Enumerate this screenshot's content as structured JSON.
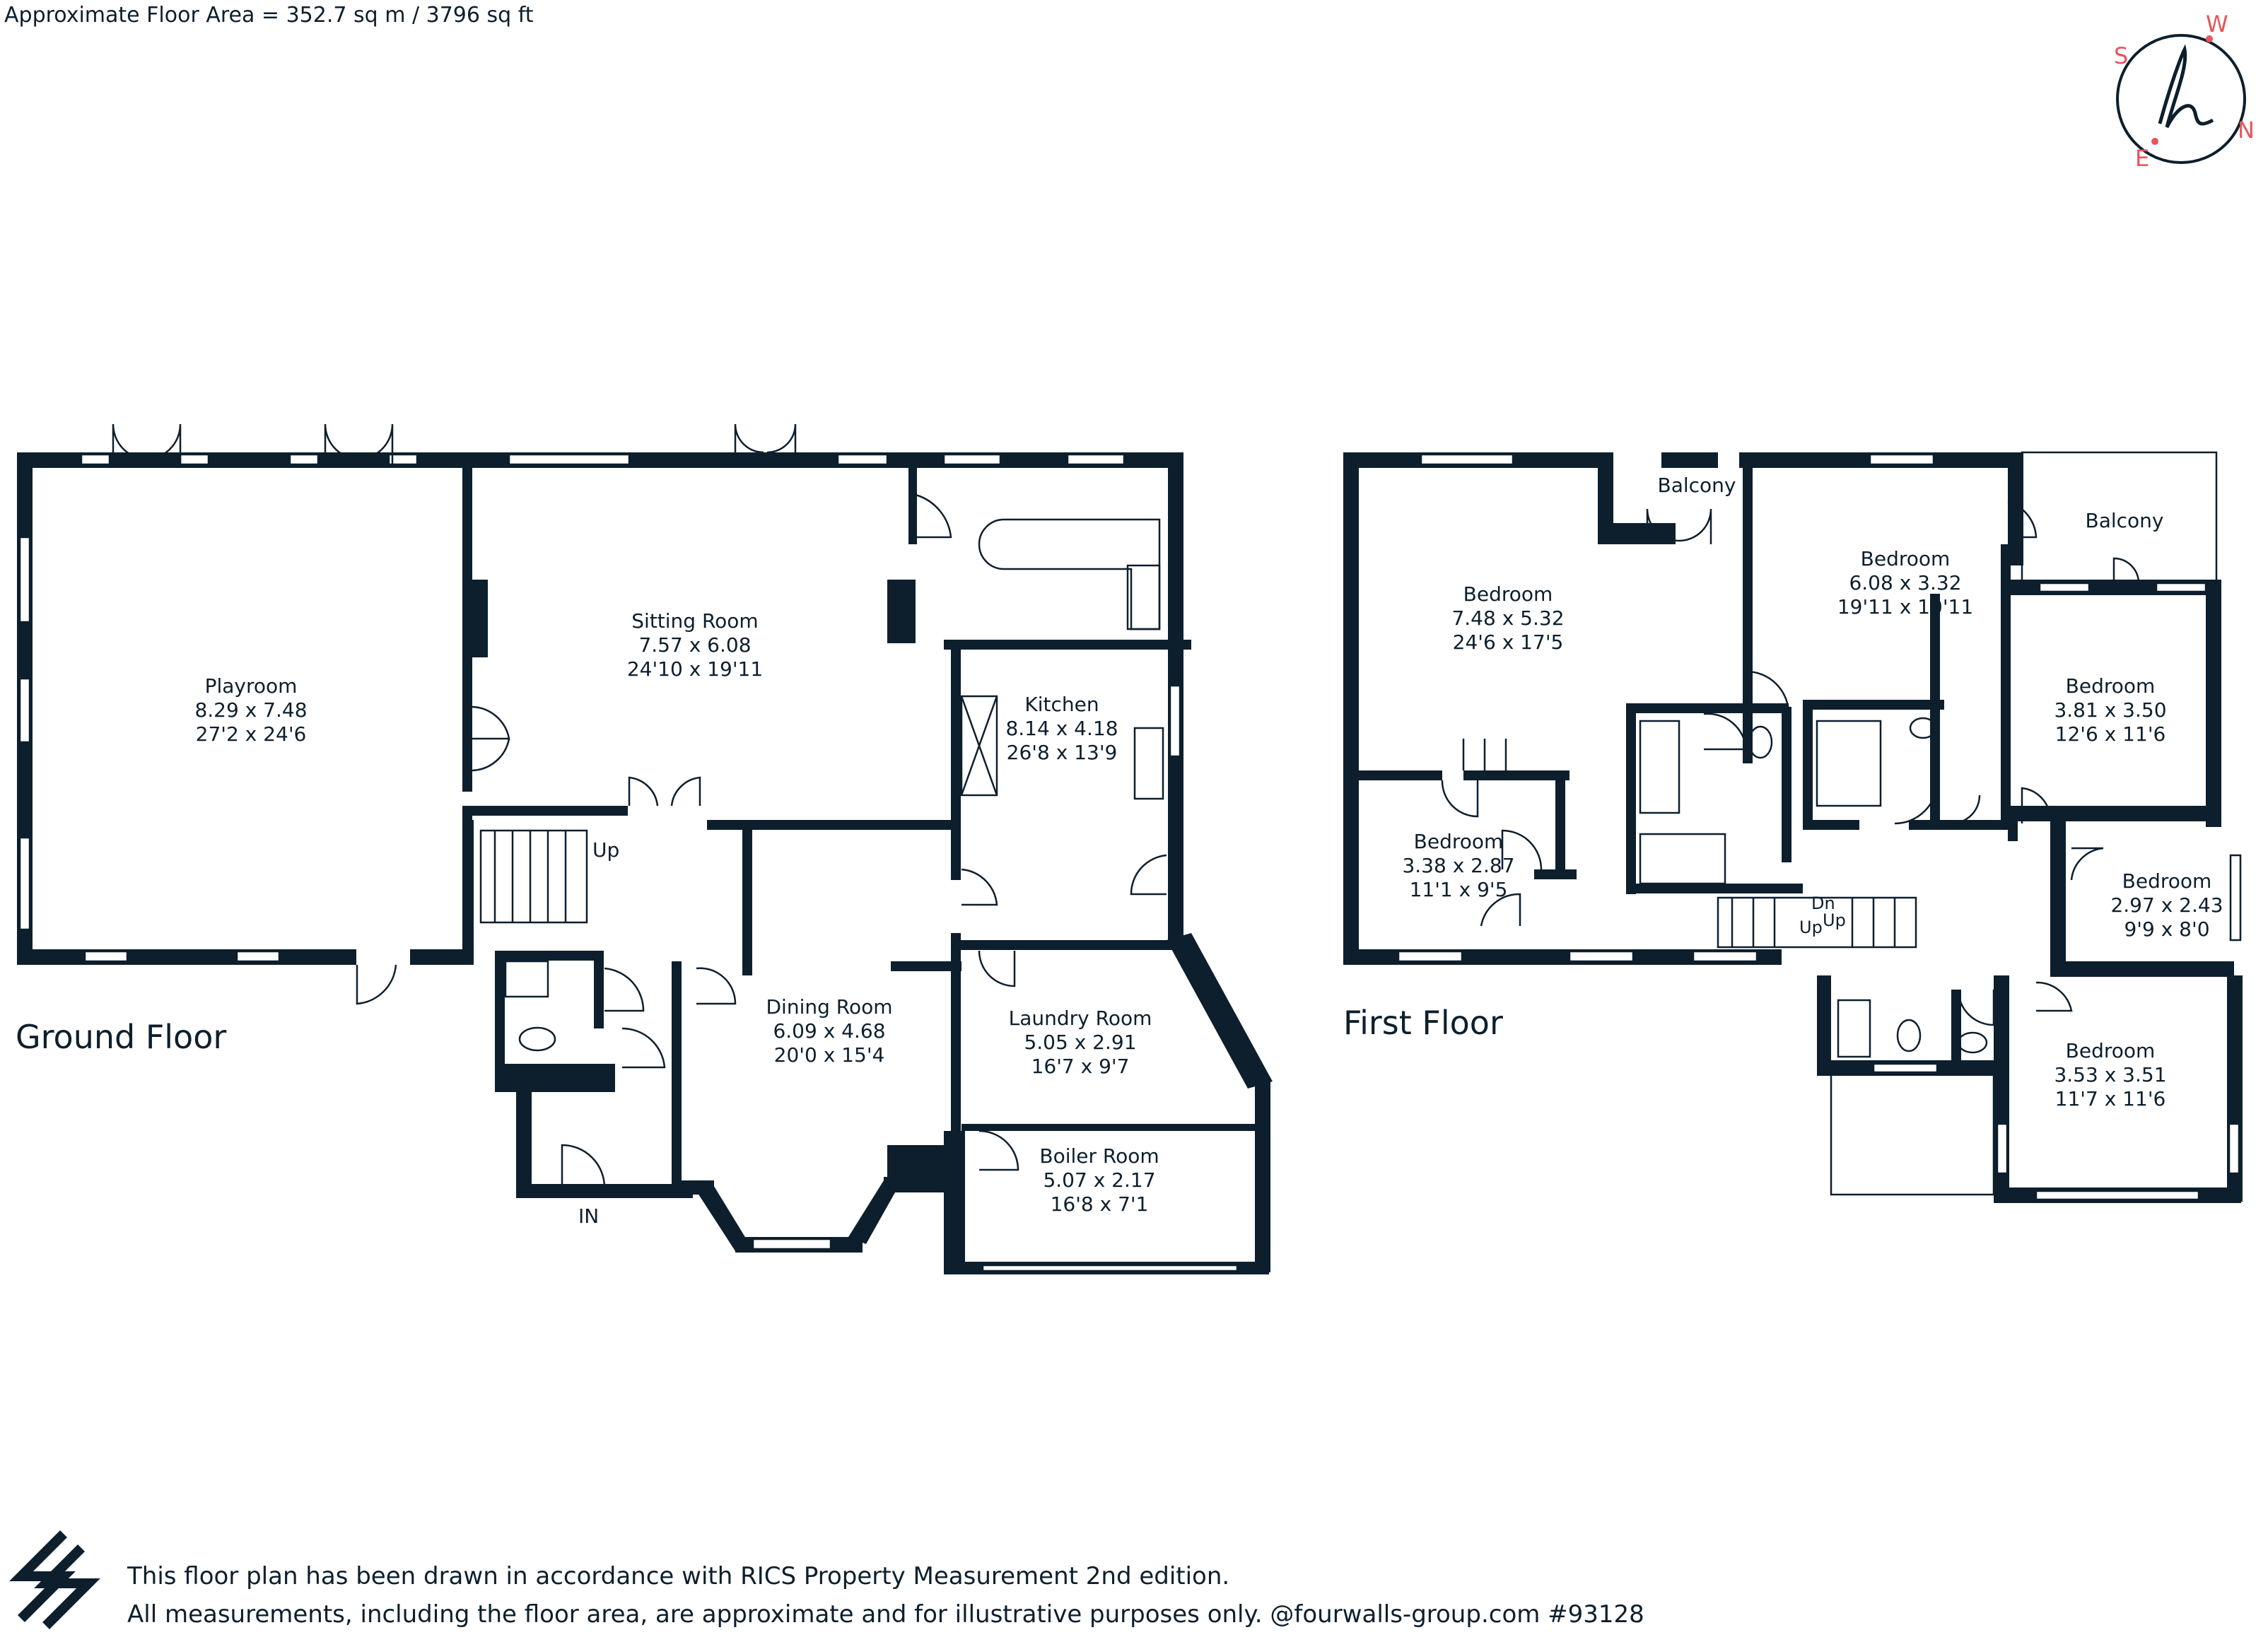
{
  "header": {
    "floor_area": "Approximate Floor Area = 352.7 sq m / 3796 sq ft"
  },
  "compass": {
    "s": "S",
    "w": "W",
    "e": "E",
    "n": "N"
  },
  "ground_floor": {
    "title": "Ground Floor",
    "rooms": [
      {
        "name": "Playroom",
        "metric": "8.29 x 7.48",
        "imperial": "27'2 x 24'6"
      },
      {
        "name": "Sitting Room",
        "metric": "7.57 x 6.08",
        "imperial": "24'10 x 19'11"
      },
      {
        "name": "Kitchen",
        "metric": "8.14 x 4.18",
        "imperial": "26'8 x 13'9"
      },
      {
        "name": "Dining Room",
        "metric": "6.09 x 4.68",
        "imperial": "20'0 x 15'4"
      },
      {
        "name": "Laundry Room",
        "metric": "5.05 x 2.91",
        "imperial": "16'7 x 9'7"
      },
      {
        "name": "Boiler Room",
        "metric": "5.07 x 2.17",
        "imperial": "16'8 x 7'1"
      }
    ],
    "labels": {
      "up": "Up",
      "in": "IN"
    }
  },
  "first_floor": {
    "title": "First Floor",
    "rooms": [
      {
        "name": "Bedroom",
        "metric": "7.48 x 5.32",
        "imperial": "24'6 x 17'5"
      },
      {
        "name": "Bedroom",
        "metric": "6.08 x 3.32",
        "imperial": "19'11 x 10'11"
      },
      {
        "name": "Bedroom",
        "metric": "3.81 x 3.50",
        "imperial": "12'6 x 11'6"
      },
      {
        "name": "Bedroom",
        "metric": "3.38 x 2.87",
        "imperial": "11'1 x 9'5"
      },
      {
        "name": "Bedroom",
        "metric": "2.97 x 2.43",
        "imperial": "9'9 x 8'0"
      },
      {
        "name": "Bedroom",
        "metric": "3.53 x 3.51",
        "imperial": "11'7 x 11'6"
      }
    ],
    "balconies": [
      "Balcony",
      "Balcony"
    ],
    "labels": {
      "dn": "Dn",
      "up1": "Up",
      "up2": "Up"
    }
  },
  "footer": {
    "line1": "This floor plan has been drawn in accordance with RICS Property Measurement 2nd edition.",
    "line2": "All measurements, including the floor area, are approximate and for illustrative purposes only. @fourwalls-group.com #93128"
  },
  "colors": {
    "wall": "#0d1f2d",
    "compass_accent": "#e8555a",
    "background": "#ffffff"
  }
}
